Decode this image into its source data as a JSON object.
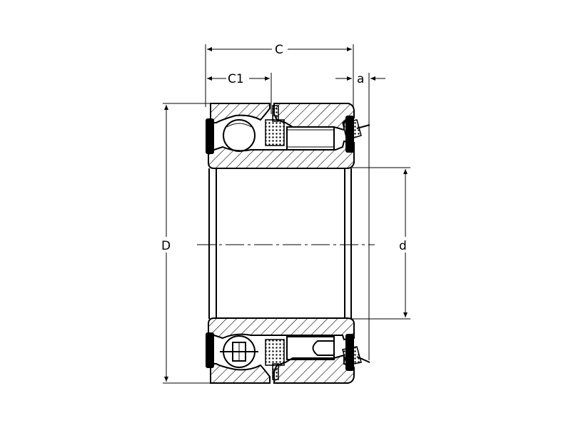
{
  "diagram": {
    "labels": {
      "width_top": "C",
      "width_c1": "C1",
      "offset_a": "a",
      "outer_diameter": "D",
      "bore_diameter": "d"
    },
    "colors": {
      "line": "#000000",
      "background": "#ffffff"
    }
  }
}
